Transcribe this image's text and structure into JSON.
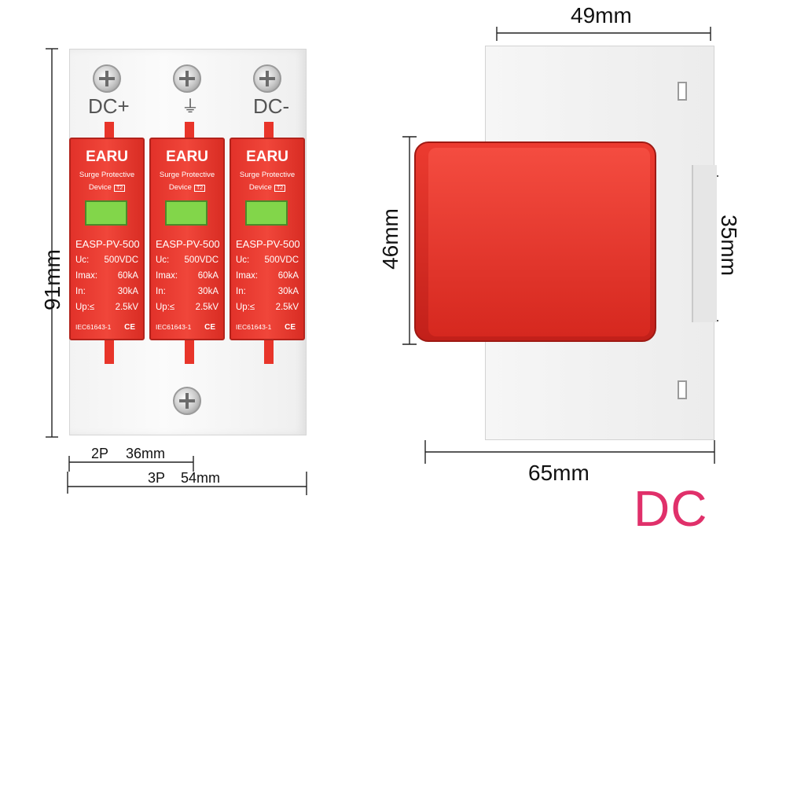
{
  "front": {
    "terminals": [
      "DC+",
      "⏚",
      "DC-"
    ],
    "modules": [
      {
        "brand": "EARU",
        "line1": "Surge Protective",
        "line2": "Device",
        "class_mark": "T2",
        "model": "EASP-PV-500",
        "specs": [
          {
            "label": "Uc:",
            "value": "500VDC"
          },
          {
            "label": "Imax:",
            "value": "60kA"
          },
          {
            "label": "In:",
            "value": "30kA"
          },
          {
            "label": "Up:≤",
            "value": "2.5kV"
          }
        ],
        "standard": "IEC61643-1",
        "ce": "CE"
      },
      {
        "brand": "EARU",
        "line1": "Surge Protective",
        "line2": "Device",
        "class_mark": "T2",
        "model": "EASP-PV-500",
        "specs": [
          {
            "label": "Uc:",
            "value": "500VDC"
          },
          {
            "label": "Imax:",
            "value": "60kA"
          },
          {
            "label": "In:",
            "value": "30kA"
          },
          {
            "label": "Up:≤",
            "value": "2.5kV"
          }
        ],
        "standard": "IEC61643-1",
        "ce": "CE"
      },
      {
        "brand": "EARU",
        "line1": "Surge Protective",
        "line2": "Device",
        "class_mark": "T2",
        "model": "EASP-PV-500",
        "specs": [
          {
            "label": "Uc:",
            "value": "500VDC"
          },
          {
            "label": "Imax:",
            "value": "60kA"
          },
          {
            "label": "In:",
            "value": "30kA"
          },
          {
            "label": "Up:≤",
            "value": "2.5kV"
          }
        ],
        "standard": "IEC61643-1",
        "ce": "CE"
      }
    ],
    "height_label": "91mm",
    "width_2p": {
      "poles": "2P",
      "value": "36mm"
    },
    "width_3p": {
      "poles": "3P",
      "value": "54mm"
    }
  },
  "side": {
    "top_label": "49mm",
    "cap_label": "46mm",
    "rail_label": "35mm",
    "bottom_label": "65mm"
  },
  "badge": "DC",
  "colors": {
    "module_red": "#e8352a",
    "badge_pink": "#e0306a",
    "window_green": "#82d64a"
  }
}
